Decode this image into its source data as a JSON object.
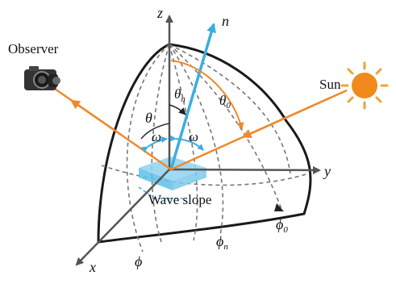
{
  "labels": {
    "axis_z": "z",
    "axis_y": "y",
    "axis_x": "x",
    "vector_n": "n",
    "observer": "Observer",
    "sun": "Sun",
    "theta": "θ",
    "theta_n_base": "θ",
    "theta_n_sub": "n",
    "theta_0_base": "θ",
    "theta_0_sub": "0",
    "omega_left": "ω",
    "omega_right": "ω",
    "wave_slope": "Wave slope",
    "phi": "ϕ",
    "phi_0_base": "ϕ",
    "phi_0_sub": "0",
    "phi_n_base": "ϕ",
    "phi_n_sub": "n"
  },
  "colors": {
    "axis": "#555555",
    "dome_outline": "#1a1a1a",
    "dashed_meridian": "#777777",
    "ray_orange": "#ee8a2e",
    "normal_blue": "#3aaee0",
    "facet_fill": "#8fd3f0",
    "sun_fill": "#f08a1c",
    "camera_body": "#333333"
  }
}
